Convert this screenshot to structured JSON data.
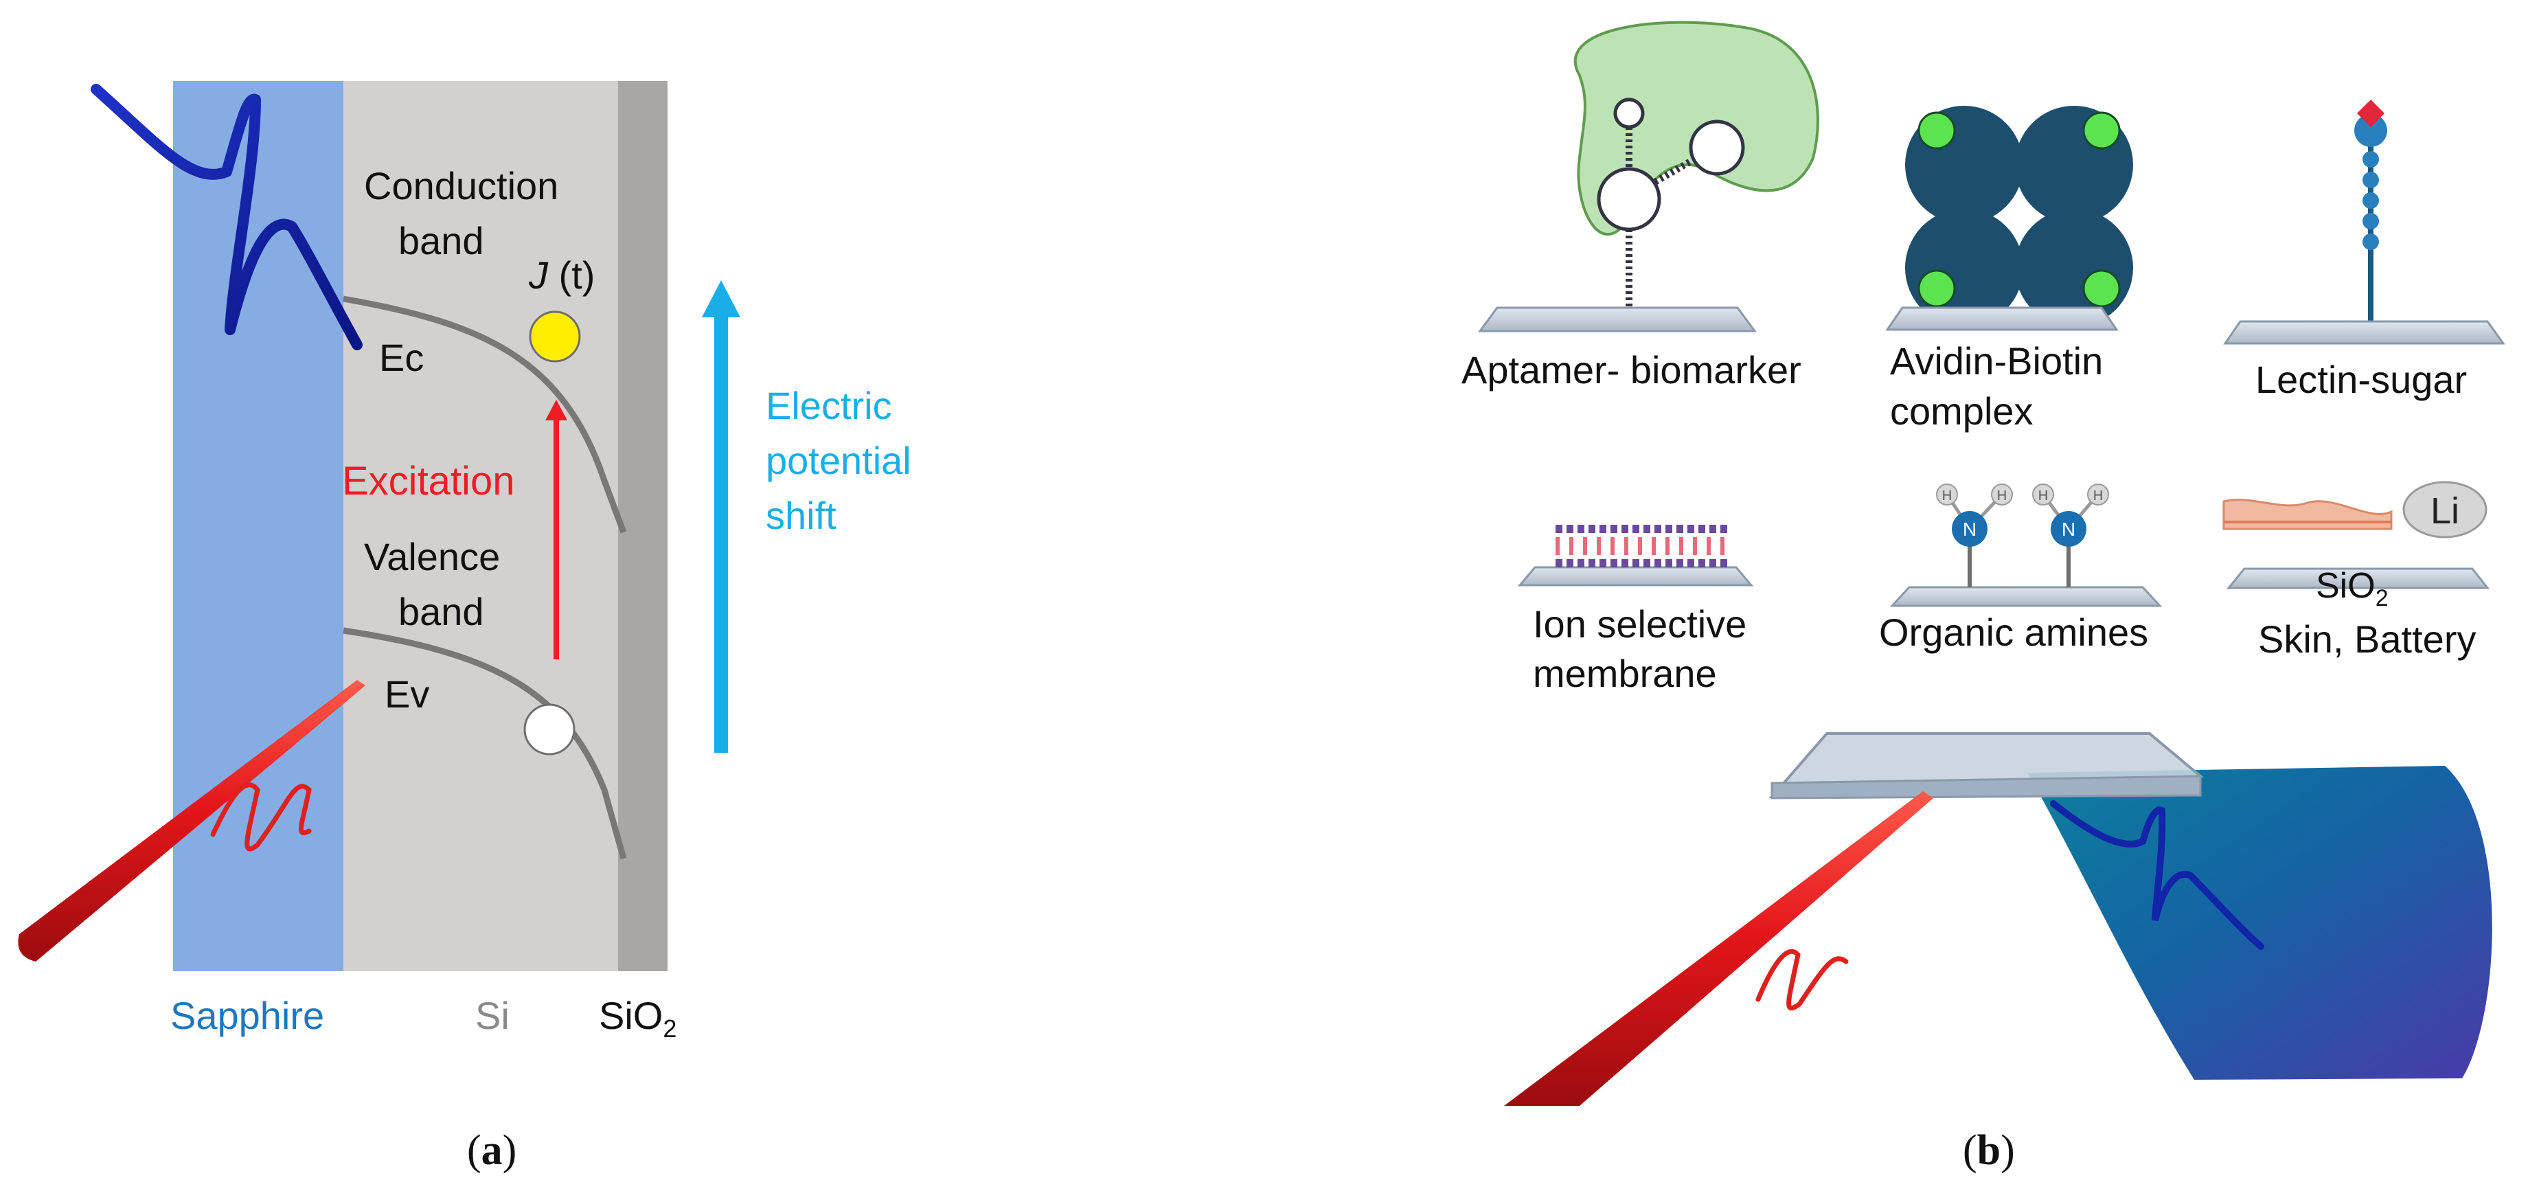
{
  "panel_a": {
    "conduction_band_line1": "Conduction",
    "conduction_band_line2": "band",
    "valence_band_line1": "Valence",
    "valence_band_line2": "band",
    "ec_label": "Ec",
    "ev_label": "Ev",
    "current_label_italic": "J",
    "current_label_rest": " (t)",
    "excitation_label": "Excitation",
    "potential_line1": "Electric",
    "potential_line2": "potential",
    "potential_line3": "shift",
    "sapphire_label": "Sapphire",
    "si_label": "Si",
    "sio2_label_base": "SiO",
    "sio2_label_sub": "2",
    "caption_letter": "a"
  },
  "panel_b": {
    "aptamer_label": "Aptamer- biomarker",
    "avidin_line1": "Avidin-Biotin",
    "avidin_line2": "complex",
    "lectin_label": "Lectin-sugar",
    "ion_line1": "Ion selective",
    "ion_line2": "membrane",
    "amines_label": "Organic amines",
    "amine_n": "N",
    "amine_h": "H",
    "li_label": "Li",
    "sio2_label_base": "SiO",
    "sio2_label_sub": "2",
    "skin_battery_label": "Skin, Battery",
    "caption_letter": "b"
  },
  "colors": {
    "sapphire": "#85ade3",
    "silicon": "#d3d0d0",
    "sio2_layer": "#aaa6a5",
    "sapphire_text": "#1c78c0",
    "si_text": "#8a8a8a",
    "excitation": "#ee1c24",
    "potential": "#1aaee6",
    "carrier": "#ffee00",
    "band_curve": "#7a7777",
    "thz_blue": "#1224a8",
    "laser_red": "#e0201c"
  }
}
